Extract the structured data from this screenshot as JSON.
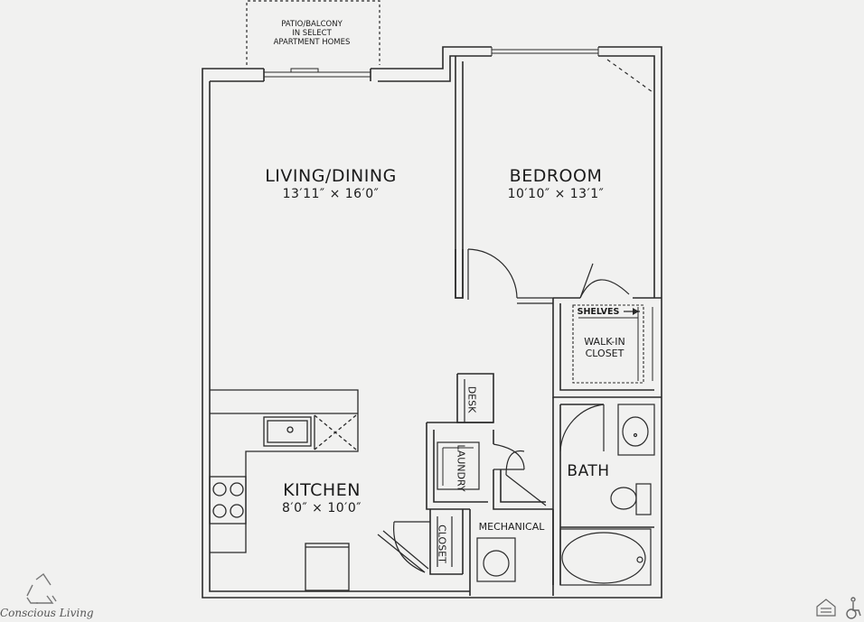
{
  "patio": {
    "line1": "PATIO/BALCONY",
    "line2": "IN SELECT",
    "line3": "APARTMENT HOMES"
  },
  "living": {
    "name": "LIVING/DINING",
    "dims": "13′11″ × 16′0″"
  },
  "bedroom": {
    "name": "BEDROOM",
    "dims": "10′10″ × 13′1″"
  },
  "closet_walkin": {
    "shelves": "SHELVES",
    "line1": "WALK-IN",
    "line2": "CLOSET"
  },
  "kitchen": {
    "name": "KITCHEN",
    "dims": "8′0″ × 10′0″"
  },
  "desk": "DESK",
  "laundry": "LAUNDRY",
  "closet": "CLOSET",
  "mechanical": "MECHANICAL",
  "bath": "BATH",
  "brand": "Conscious Living",
  "icons": [
    "recycle-icon",
    "equal-housing-icon",
    "accessibility-icon"
  ]
}
